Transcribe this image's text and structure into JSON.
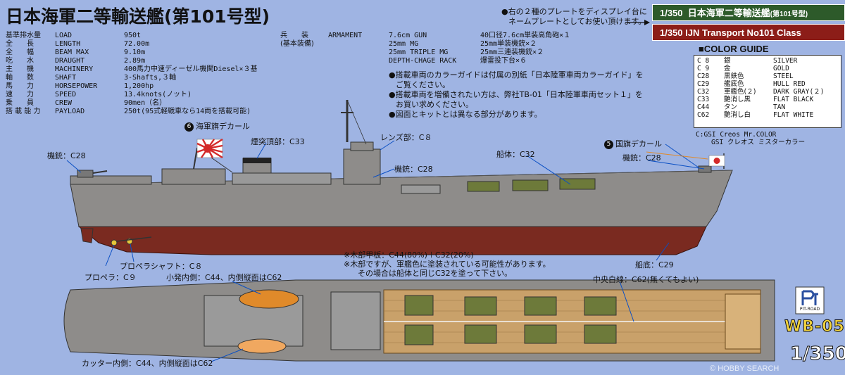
{
  "title": "日本海軍二等輸送艦(第101号型)",
  "specs": [
    {
      "jp": "基準排水量",
      "en": "LOAD",
      "val": "950t"
    },
    {
      "jp": "全　　長",
      "en": "LENGTH",
      "val": "72.00m"
    },
    {
      "jp": "全　　幅",
      "en": "BEAM MAX",
      "val": "9.10m"
    },
    {
      "jp": "吃　　水",
      "en": "DRAUGHT",
      "val": "2.89m"
    },
    {
      "jp": "主　　機",
      "en": "MACHINERY",
      "val": "400馬力中速ディーゼル機関Diesel×３基"
    },
    {
      "jp": "軸　　数",
      "en": "SHAFT",
      "val": "3-Shafts,３軸"
    },
    {
      "jp": "馬　　力",
      "en": "HORSEPOWER",
      "val": "1,200hp"
    },
    {
      "jp": "速　　力",
      "en": "SPEED",
      "val": "13.4knots(ノット)"
    },
    {
      "jp": "乗　　員",
      "en": "CREW",
      "val": "90men（名）"
    },
    {
      "jp": "搭 載 能 力",
      "en": "PAYLOAD",
      "val": "250t(95式軽戦車なら14両を搭載可能)"
    }
  ],
  "armament": {
    "label_jp": "兵　　装",
    "label_en": "ARMAMENT",
    "sub": "(基本装備)",
    "rows": [
      {
        "name": "7.6cm GUN",
        "jp": "40口径7.6cm単装高角砲×１"
      },
      {
        "name": "25mm MG",
        "jp": "25mm単装機銃×２"
      },
      {
        "name": "25mm TRIPLE MG",
        "jp": "25mm三連装機銃×２"
      },
      {
        "name": "DEPTH-CHAGE RACK",
        "jp": "爆雷投下台×６"
      }
    ]
  },
  "plate_note_1": "●右の２種のプレートをディスプレイ台に",
  "plate_note_2": "ネームプレートとしてお使い頂けます。",
  "scale_jp_prefix": "1/350",
  "scale_jp_name": "日本海軍二等輸送艦",
  "scale_jp_suffix": "(第101号型)",
  "scale_en": "1/350  IJN Transport No101 Class",
  "notes": [
    "●搭載車両のカラーガイドは付属の別紙「日本陸軍車両カラーガイド」を",
    "ご覧ください。",
    "●搭載車両を増備されたい方は、弊社TB-01「日本陸軍車両セット１」を",
    "お買い求めください。",
    "●図面とキットとは異なる部分があります。"
  ],
  "color_guide": {
    "title": "■COLOR GUIDE",
    "rows": [
      {
        "code": "C 8",
        "jp": "銀",
        "en": "SILVER"
      },
      {
        "code": "C 9",
        "jp": "金",
        "en": "GOLD"
      },
      {
        "code": "C28",
        "jp": "黒鉄色",
        "en": "STEEL"
      },
      {
        "code": "C29",
        "jp": "艦底色",
        "en": "HULL RED"
      },
      {
        "code": "C32",
        "jp": "軍艦色(２)",
        "en": "DARK GRAY(２)"
      },
      {
        "code": "C33",
        "jp": "艶消し黒",
        "en": "FLAT BLACK"
      },
      {
        "code": "C44",
        "jp": "タン",
        "en": "TAN"
      },
      {
        "code": "C62",
        "jp": "艶消し白",
        "en": "FLAT WHITE"
      }
    ],
    "legend_1": "C:GSI Creos Mr.COLOR",
    "legend_2": "GSI クレオス ミスターカラー"
  },
  "labels": {
    "flag_decal_num": "6",
    "flag_decal": "海軍旗デカール",
    "funnel_top": "煙突頂部：C33",
    "lens": "レンズ部：C８",
    "mg_mid": "機銃：C28",
    "hull": "船体：C32",
    "national_flag_num": "5",
    "national_flag": "国旗デカール",
    "mg_stern": "機銃：C28",
    "mg_bow": "機銃：C28",
    "bottom": "船底：C29",
    "propeller": "プロペラ：C９",
    "prop_shaft": "プロペラシャフト：C８",
    "deck_note_1": "※木部甲板：C44(80%)＋C32(20%)",
    "deck_note_2": "※木部ですが、軍艦色に塗装されている可能性があります。",
    "deck_note_3": "その場合は船体と同じC32を塗って下さい。",
    "boat_inside": "小発内側：C44、内側縦面はC62",
    "center_line": "中央白線：C62(無くてもよい)",
    "cutter_inside": "カッター内側：C44、内側縦面はC62"
  },
  "brand": {
    "logo_text": "PIT-ROAD",
    "code": "WB-05",
    "scale": "1/350"
  },
  "watermark": "© HOBBY SEARCH",
  "colors": {
    "background": "#9fb4e3",
    "hull_gray": "#8e8c8a",
    "hull_red": "#7a2a20",
    "deck_wood": "#c9a16a",
    "scale_jp_bg": "#2d5a2a",
    "scale_en_bg": "#8c1d18",
    "code_yellow": "#f3d43c"
  }
}
